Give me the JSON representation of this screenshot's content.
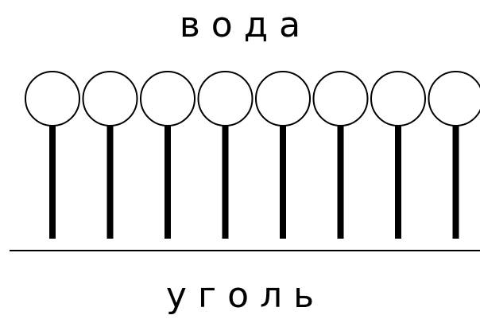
{
  "diagram": {
    "top_label": "вода",
    "bottom_label": "уголь",
    "molecule_count": 8,
    "colors": {
      "stroke": "#000000",
      "background": "#ffffff"
    }
  }
}
